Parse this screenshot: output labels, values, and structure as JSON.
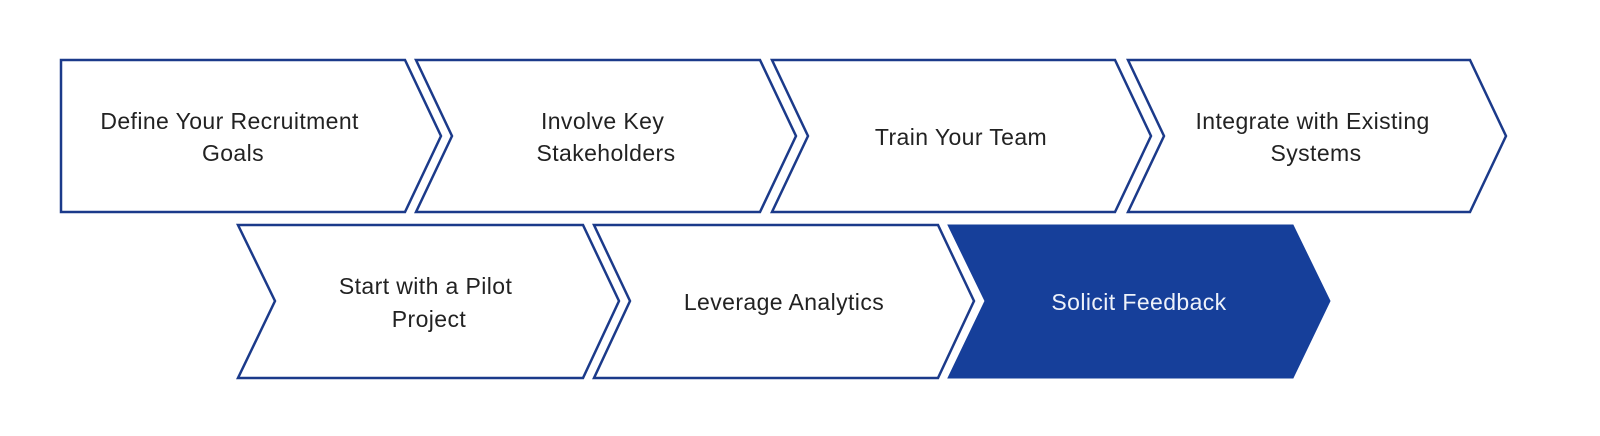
{
  "diagram": {
    "type": "process-flow-chevrons",
    "colors": {
      "stroke": "#1b3a8a",
      "fill_active": "#163f9a",
      "fill_default": "#ffffff",
      "text": "#222222",
      "text_active": "#eef2fa"
    },
    "steps": [
      {
        "label_lines": [
          "Define Your Recruitment",
          "Goals"
        ],
        "row": 1,
        "active": false
      },
      {
        "label_lines": [
          "Involve Key",
          "Stakeholders"
        ],
        "row": 1,
        "active": false
      },
      {
        "label_lines": [
          "Train Your Team"
        ],
        "row": 1,
        "active": false
      },
      {
        "label_lines": [
          "Integrate with Existing",
          "Systems"
        ],
        "row": 1,
        "active": false
      },
      {
        "label_lines": [
          "Start with a Pilot",
          "Project"
        ],
        "row": 2,
        "active": false
      },
      {
        "label_lines": [
          "Leverage Analytics"
        ],
        "row": 2,
        "active": false
      },
      {
        "label_lines": [
          "Solicit Feedback"
        ],
        "row": 2,
        "active": true
      }
    ]
  }
}
